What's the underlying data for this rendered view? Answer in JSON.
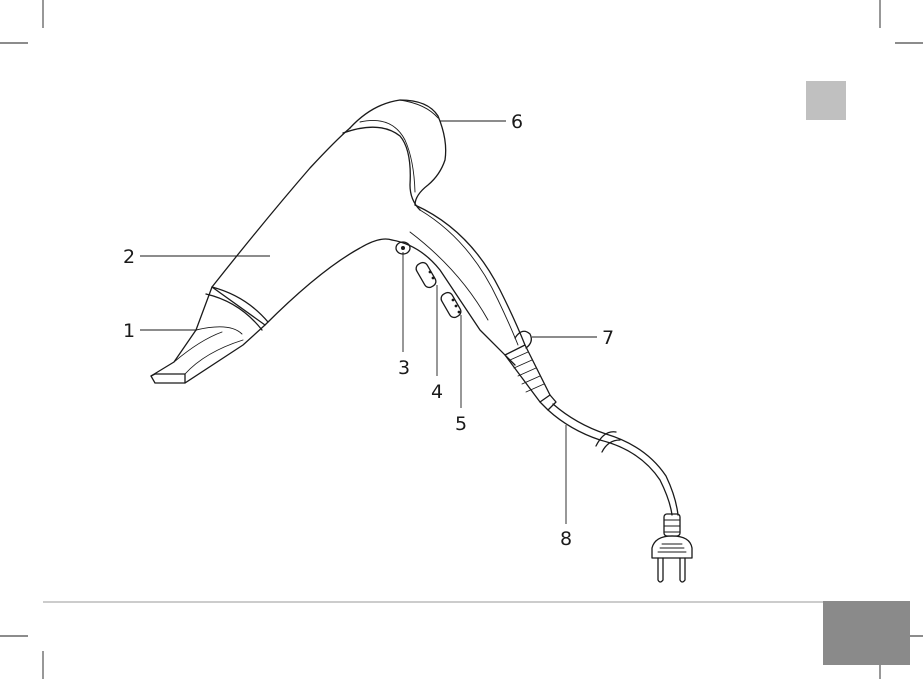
{
  "colors": {
    "line": "#1a1a1a",
    "tab_light": "#c0c0c0",
    "tab_dark": "#8a8a8a",
    "rule": "#999999",
    "background": "#ffffff"
  },
  "callouts": [
    {
      "number": "1"
    },
    {
      "number": "2"
    },
    {
      "number": "3"
    },
    {
      "number": "4"
    },
    {
      "number": "5"
    },
    {
      "number": "6"
    },
    {
      "number": "7"
    },
    {
      "number": "8"
    }
  ]
}
